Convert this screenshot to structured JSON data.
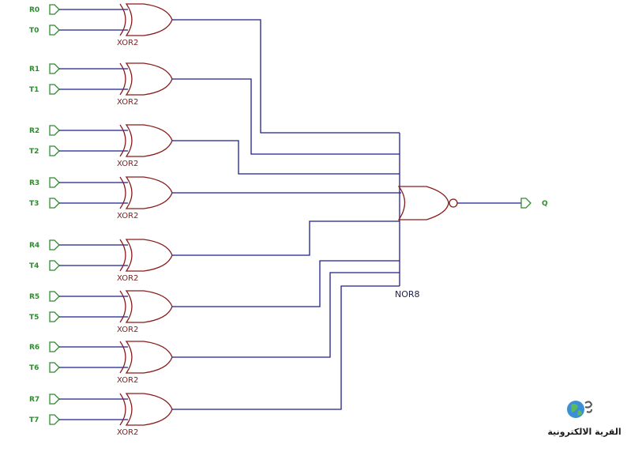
{
  "inputs": [
    {
      "r": "R0",
      "t": "T0"
    },
    {
      "r": "R1",
      "t": "T1"
    },
    {
      "r": "R2",
      "t": "T2"
    },
    {
      "r": "R3",
      "t": "T3"
    },
    {
      "r": "R4",
      "t": "T4"
    },
    {
      "r": "R5",
      "t": "T5"
    },
    {
      "r": "R6",
      "t": "T6"
    },
    {
      "r": "R7",
      "t": "T7"
    }
  ],
  "xor_label": "XOR2",
  "nor_label": "NOR8",
  "output_label": "Q",
  "watermark": "القرية الالكترونية",
  "colors": {
    "wire": "#1f1f8f",
    "gate": "#8b1a1a",
    "pin": "#2e8b2e"
  }
}
